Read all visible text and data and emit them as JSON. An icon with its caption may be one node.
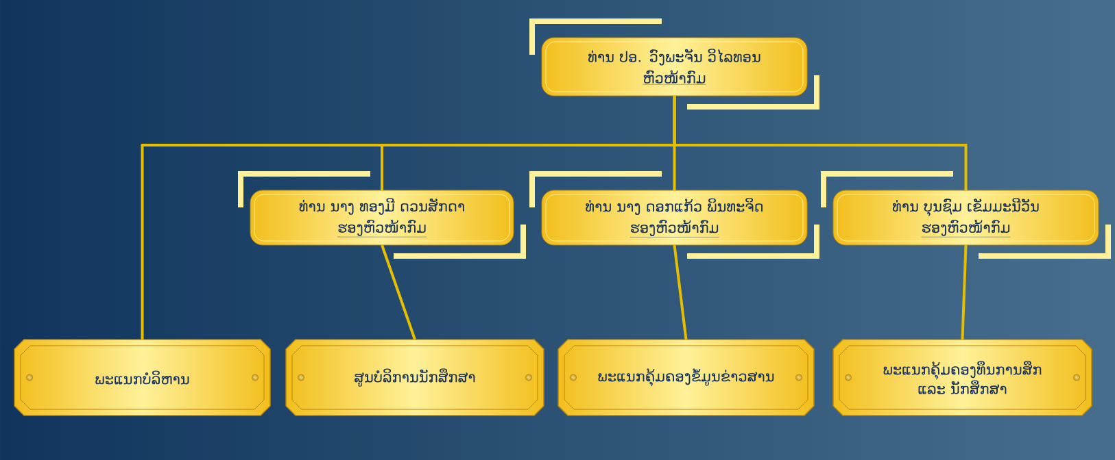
{
  "diagram": {
    "nodes": [
      {
        "text": [
          "ທ່ານ ປອ. ວົງພະຈັນ ວິໄລທອນ",
          "ຫົວໜ້າກົມ"
        ]
      },
      {
        "text": [
          "ທ່ານ ນາງ ທອງມີ ດວນສັກດາ",
          "ຮອງຫົວໜ້າກົມ"
        ]
      },
      {
        "text": [
          "ທ່ານ ນາງ ດອກແກ້ວ ພິນທະຈິດ",
          "ຮອງຫົວໜ້າກົມ"
        ]
      },
      {
        "text": [
          "ທ່ານ ບຸນຊົມ ເຂັມມະນີວັນ",
          "ຮອງຫົວໜ້າກົມ"
        ]
      },
      {
        "text": [
          "ພະແນກບໍລິຫານ"
        ]
      },
      {
        "text": [
          "ສູນບໍລິການນັກສຶກສາ"
        ]
      },
      {
        "text": [
          "ພະແນກຄຸ້ມຄອງຂໍ້ມູນຂ່າວສານ"
        ]
      },
      {
        "text": [
          "ພະແນກຄຸ້ມຄອງທຶນການສຶກ ແລະ ນັກສຶກສາ"
        ]
      }
    ],
    "edges": [
      {
        "from": 0,
        "to": 4,
        "arrow": "none"
      },
      {
        "from": 0,
        "to": 1,
        "arrow": "none"
      },
      {
        "from": 0,
        "to": 2,
        "arrow": "none"
      },
      {
        "from": 0,
        "to": 3,
        "arrow": "none"
      },
      {
        "from": 1,
        "to": 5,
        "arrow": "none"
      },
      {
        "from": 2,
        "to": 6,
        "arrow": "none"
      },
      {
        "from": 3,
        "to": 7,
        "arrow": "none"
      }
    ]
  }
}
